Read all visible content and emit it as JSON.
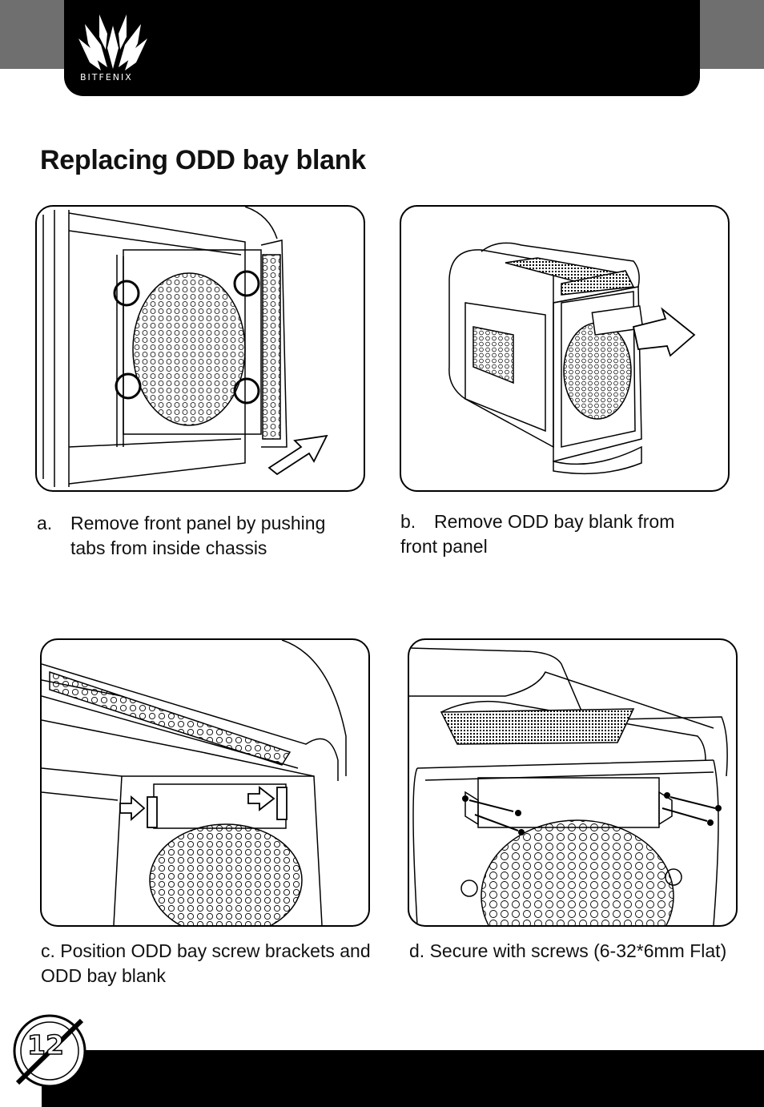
{
  "header": {
    "brand": "BITFENIX",
    "logo_icon": "bitfenix-wings-logo-icon"
  },
  "title": "Replacing ODD bay blank",
  "steps": [
    {
      "index": "a.",
      "text": "Remove front panel by pushing",
      "text2": "tabs from inside chassis",
      "image": "chassis-front-panel-tabs-illustration"
    },
    {
      "index": "b.",
      "text": "Remove ODD bay blank from",
      "text2": "front panel",
      "image": "odd-bay-blank-removal-illustration"
    },
    {
      "text": "c. Position ODD bay screw brackets and",
      "text2": "ODD bay blank",
      "image": "odd-bay-brackets-illustration"
    },
    {
      "text": "d. Secure with screws (6-32*6mm Flat)",
      "image": "odd-bay-screws-illustration"
    }
  ],
  "page_number": "12"
}
